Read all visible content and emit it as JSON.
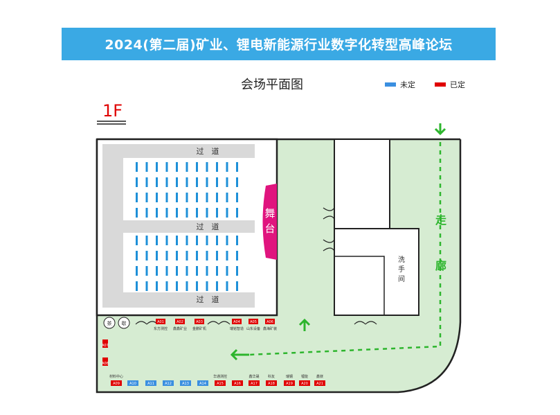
{
  "banner": {
    "title": "2024(第二届)矿业、锂电新能源行业数字化转型高峰论坛"
  },
  "map": {
    "title": "会场平面图"
  },
  "legend": [
    {
      "label": "未定",
      "color": "#3a8fe0"
    },
    {
      "label": "已定",
      "color": "#e00000"
    }
  ],
  "floor": {
    "label": "1F"
  },
  "areas": {
    "aisle": "过　道",
    "stage": [
      "舞",
      "台"
    ],
    "restroom": [
      "洗",
      "手",
      "间"
    ],
    "corridor": [
      "走",
      "廊"
    ],
    "tea": "茶",
    "coffee": "歇"
  },
  "colors": {
    "green": "#d6ecd2",
    "arrow": "#2db52d",
    "booked": "#e00000",
    "free": "#3a8fe0",
    "stage": "#e0147e",
    "hall": "#d9d9d9",
    "seat": "#1e90d8"
  },
  "booths_upper": [
    {
      "code": "A01",
      "company": "东方测控",
      "status": "booked"
    },
    {
      "code": "A02",
      "company": "鑫鑫矿业",
      "status": "booked"
    },
    {
      "code": "A03",
      "company": "金鹏矿机",
      "status": "booked"
    },
    {
      "code": "A04",
      "company": "瑞铭智造",
      "status": "booked"
    },
    {
      "code": "A05",
      "company": "山东设备",
      "status": "booked"
    },
    {
      "code": "A06",
      "company": "鑫海矿装",
      "status": "booked"
    }
  ],
  "booths_side": [
    {
      "code": "A07",
      "status": "booked"
    },
    {
      "code": "A08",
      "status": "booked"
    }
  ],
  "booths_bottom": [
    {
      "code": "A09",
      "company": "材料中心",
      "status": "booked"
    },
    {
      "code": "A10",
      "company": "",
      "status": "free"
    },
    {
      "code": "A11",
      "company": "",
      "status": "free"
    },
    {
      "code": "A12",
      "company": "",
      "status": "free"
    },
    {
      "code": "A13",
      "company": "",
      "status": "free"
    },
    {
      "code": "A14",
      "company": "",
      "status": "free"
    },
    {
      "code": "A15",
      "company": "华通测控",
      "status": "booked"
    },
    {
      "code": "A16",
      "company": "",
      "status": "booked"
    },
    {
      "code": "A17",
      "company": "鑫华晟",
      "status": "booked"
    },
    {
      "code": "A18",
      "company": "科友",
      "status": "booked"
    },
    {
      "code": "A19",
      "company": "瑞钢",
      "status": "booked"
    },
    {
      "code": "A20",
      "company": "锂能",
      "status": "booked"
    },
    {
      "code": "A21",
      "company": "鑫镁",
      "status": "booked"
    }
  ]
}
